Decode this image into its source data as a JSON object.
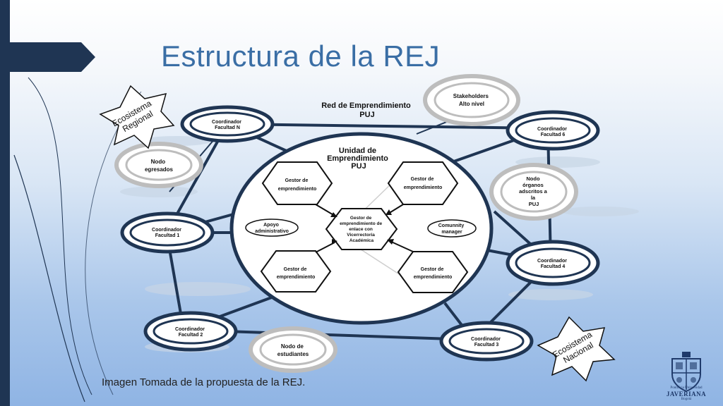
{
  "slide": {
    "title": "Estructura de la REJ",
    "caption": "Imagen Tomada de la propuesta de la REJ."
  },
  "diagram": {
    "network_title": [
      "Red de Emprendimiento",
      "PUJ"
    ],
    "unit_title": [
      "Unidad de",
      "Emprendimiento",
      "PUJ"
    ],
    "center_node": [
      "Gestor  de",
      "emprendimiento de",
      "enlace con",
      "Vicerrectoria",
      "Académica"
    ],
    "gestor_label": [
      "Gestor de",
      "emprendimiento"
    ],
    "apoyo": [
      "Apoyo",
      "administrativo"
    ],
    "community": [
      "Comunnity",
      "manager"
    ],
    "coord_n": [
      "Coordinador",
      "Facultad N"
    ],
    "coord_6": [
      "Coordinador",
      "Facultad 6"
    ],
    "coord_1": [
      "Coordinador",
      "Facultad 1"
    ],
    "coord_4": [
      "Coordinador",
      "Facultad 4"
    ],
    "coord_2": [
      "Coordinador",
      "Facultad 2"
    ],
    "coord_3": [
      "Coordinador",
      "Facultad 3"
    ],
    "stakeholders": [
      "Stakeholders",
      "Alto nivel"
    ],
    "nodo_egresados": [
      "Nodo",
      "egresados"
    ],
    "nodo_organos": [
      "Nodo",
      "órganos",
      "adscritos a",
      "la",
      "PUJ"
    ],
    "nodo_estudiantes": [
      "Nodo de",
      "estudiantes"
    ],
    "eco_regional": [
      "Ecosistema",
      "Regional"
    ],
    "eco_nacional": [
      "Ecosistema",
      "Nacional"
    ]
  },
  "logo": {
    "line1": "Pontificia Universidad",
    "name": "JAVERIANA",
    "city": "Bogotá"
  },
  "colors": {
    "navy": "#1f3553",
    "title_blue": "#3a6ea5",
    "ring_gray": "#bdbdbd"
  }
}
